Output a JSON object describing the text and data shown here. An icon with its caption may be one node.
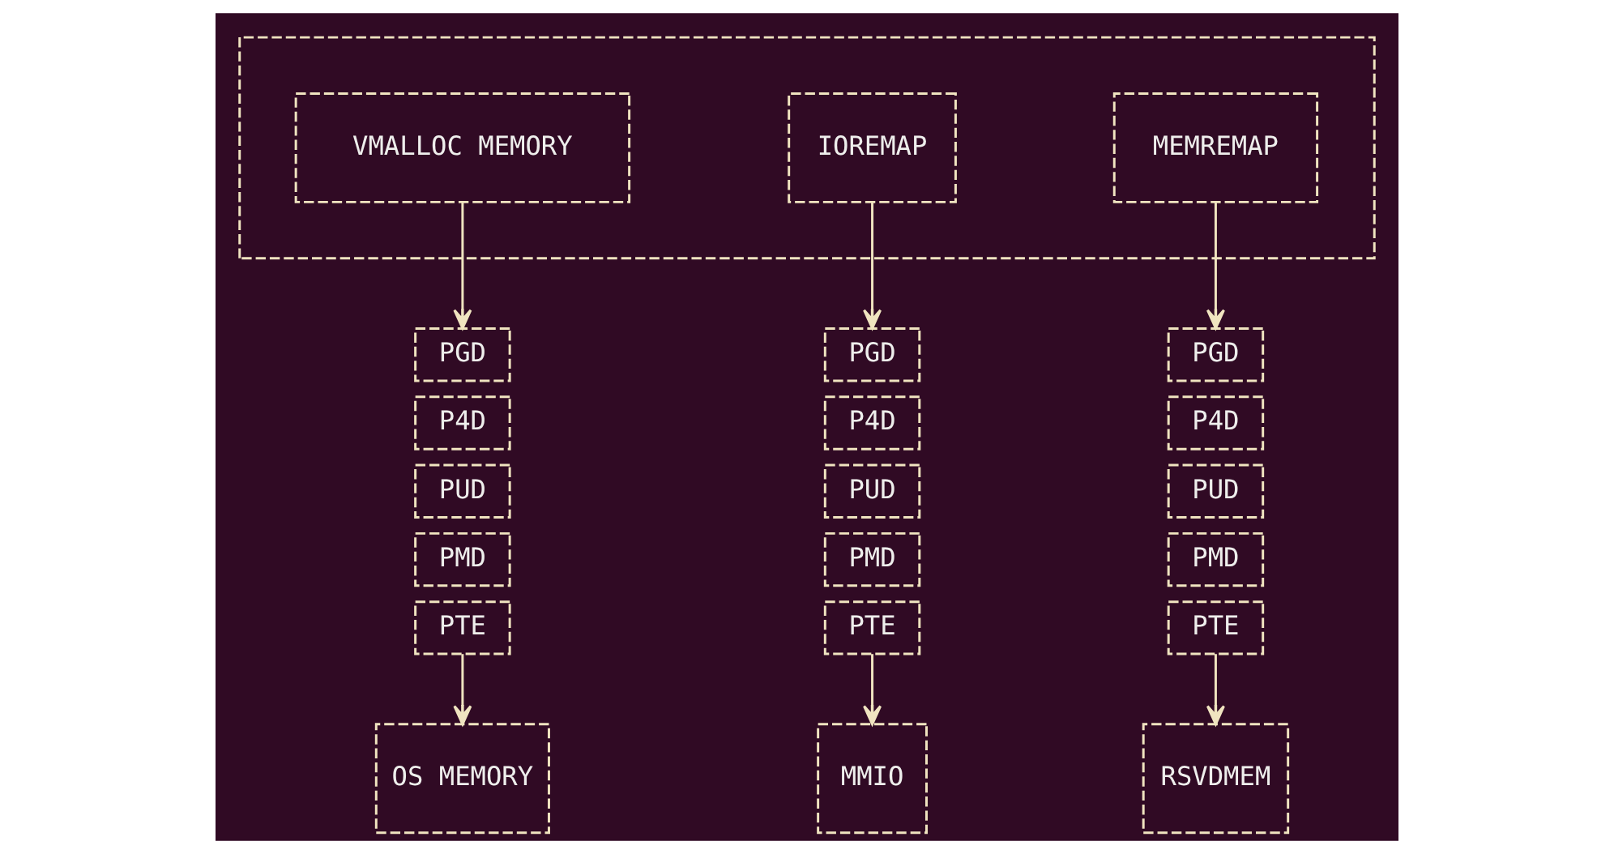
{
  "diagram": {
    "nodes": [
      {
        "text": [],
        "shape": "band"
      },
      {
        "text": [
          "VMALLOC MEMORY"
        ],
        "in": 0
      },
      {
        "text": [
          "IOREMAP"
        ],
        "in": 0
      },
      {
        "text": [
          "MEMREMAP"
        ],
        "in": 0
      },
      {
        "text": [
          "PGD"
        ]
      },
      {
        "text": [
          "PGD"
        ]
      },
      {
        "text": [
          "PGD"
        ]
      },
      {
        "text": [
          "P4D"
        ]
      },
      {
        "text": [
          "P4D"
        ]
      },
      {
        "text": [
          "P4D"
        ]
      },
      {
        "text": [
          "PUD"
        ]
      },
      {
        "text": [
          "PUD"
        ]
      },
      {
        "text": [
          "PUD"
        ]
      },
      {
        "text": [
          "PMD"
        ]
      },
      {
        "text": [
          "PMD"
        ]
      },
      {
        "text": [
          "PMD"
        ]
      },
      {
        "text": [
          "PTE"
        ]
      },
      {
        "text": [
          "PTE"
        ]
      },
      {
        "text": [
          "PTE"
        ]
      },
      {
        "text": [
          "OS MEMORY"
        ]
      },
      {
        "text": [
          "MMIO"
        ]
      },
      {
        "text": [
          "RSVDMEM"
        ]
      }
    ],
    "edges": [
      {
        "from": 1,
        "to": 4,
        "arrow": "to"
      },
      {
        "from": 2,
        "to": 5,
        "arrow": "to"
      },
      {
        "from": 3,
        "to": 6,
        "arrow": "to"
      },
      {
        "from": 16,
        "to": 19,
        "arrow": "to"
      },
      {
        "from": 17,
        "to": 20,
        "arrow": "to"
      },
      {
        "from": 18,
        "to": 21,
        "arrow": "to"
      }
    ]
  }
}
